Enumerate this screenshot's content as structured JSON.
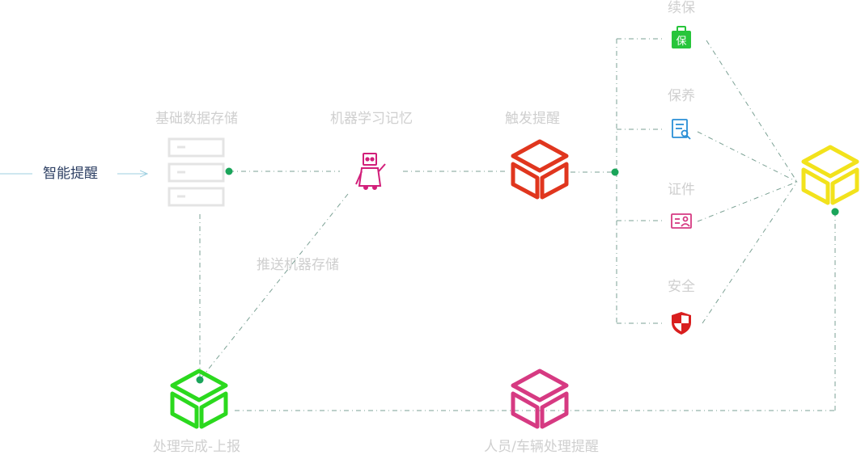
{
  "entry": {
    "label": "智能提醒"
  },
  "nodes": {
    "storage": {
      "label": "基础数据存储",
      "icon": "server-stack-icon"
    },
    "robot": {
      "label": "机器学习记忆",
      "icon": "robot-icon"
    },
    "trigger": {
      "label": "触发提醒",
      "icon": "cube-icon"
    },
    "done": {
      "label": "处理完成-上报",
      "icon": "cube-icon"
    },
    "person": {
      "label": "人员/车辆处理提醒",
      "icon": "cube-icon"
    },
    "hub": {
      "icon": "cube-icon"
    }
  },
  "edge_labels": {
    "push": "推送机器存储"
  },
  "categories": [
    {
      "label": "续保",
      "icon": "insurance-badge-icon",
      "badge_text": "保"
    },
    {
      "label": "保养",
      "icon": "maintenance-doc-icon"
    },
    {
      "label": "证件",
      "icon": "id-card-icon"
    },
    {
      "label": "安全",
      "icon": "shield-icon"
    }
  ],
  "colors": {
    "entry_text": "#2d3f63",
    "muted_label": "#cfcfcf",
    "connector": "#5b8a7a",
    "dot": "#1aa55a",
    "trigger": "#e0361e",
    "done": "#2bd91e",
    "person": "#d63a82",
    "hub": "#f2e21c",
    "robot": "#d21f7a",
    "renew": "#27c53b",
    "maint": "#2a8fd6",
    "idcard": "#d63a82",
    "safety": "#d91e1e",
    "server": "#e4e4e4"
  }
}
